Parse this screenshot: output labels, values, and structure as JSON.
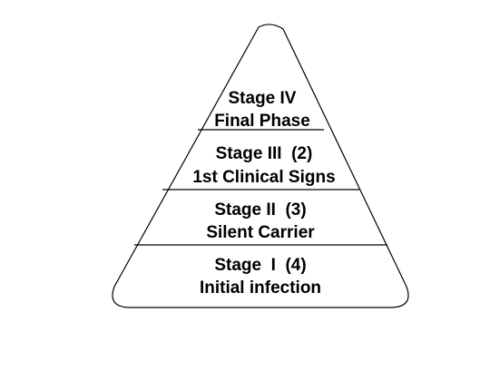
{
  "diagram": {
    "type": "pyramid",
    "stroke_color": "#000000",
    "fill_color": "#ffffff",
    "tiers": [
      {
        "line1": "Stage IV",
        "line2": "Final Phase"
      },
      {
        "line1": "Stage III  (2)",
        "line2": "1st Clinical Signs"
      },
      {
        "line1": "Stage II  (3)",
        "line2": "Silent Carrier"
      },
      {
        "line1": "Stage  I  (4)",
        "line2": "Initial infection"
      }
    ]
  }
}
